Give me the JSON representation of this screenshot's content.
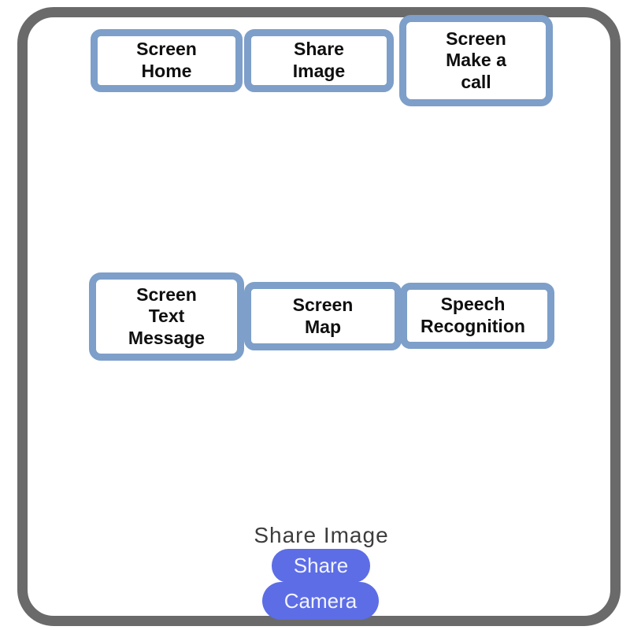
{
  "theme": {
    "frame_border_color": "#6a6a6a",
    "screen_button_border_color": "#7d9fc9",
    "screen_button_text_color": "#0f0f0f",
    "action_button_color": "#5d6de6",
    "action_button_text_color": "#f2f4ff",
    "background_color": "#ffffff"
  },
  "screen_buttons": {
    "top_row": [
      {
        "id": "screen-home",
        "label": "Screen\nHome"
      },
      {
        "id": "share-image",
        "label": "Share\nImage"
      },
      {
        "id": "screen-make-a-call",
        "label": "Screen\nMake a\ncall"
      }
    ],
    "middle_row": [
      {
        "id": "screen-text-message",
        "label": "Screen\nText\nMessage"
      },
      {
        "id": "screen-map",
        "label": "Screen\nMap"
      },
      {
        "id": "speech-recognition",
        "label": "Speech\nRecognition"
      }
    ]
  },
  "share_section": {
    "title": "Share Image",
    "share_button_label": "Share",
    "camera_button_label": "Camera"
  }
}
